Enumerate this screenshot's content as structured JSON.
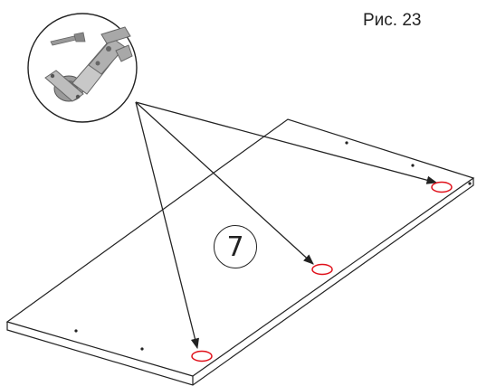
{
  "figure_label": "Рис. 23",
  "part_number": "7",
  "colors": {
    "line": "#222222",
    "marker": "#e0101a",
    "panel_fill": "#ffffff",
    "inset_fill": "#ffffff"
  },
  "icons": [
    "concealed-hinge-icon"
  ],
  "markers": [
    "hinge-hole-top-right",
    "hinge-hole-middle",
    "hinge-hole-bottom"
  ]
}
